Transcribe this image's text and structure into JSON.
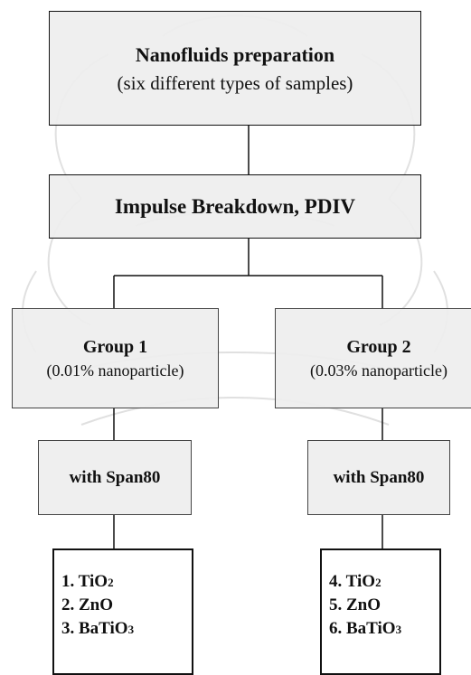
{
  "prep": {
    "title": "Nanofluids preparation",
    "subtitle": "(six different types of samples)"
  },
  "impulse": {
    "label": "Impulse Breakdown, PDIV"
  },
  "group1": {
    "title": "Group 1",
    "subtitle": "(0.01% nanoparticle)",
    "surfactant": "with Span80",
    "items": [
      {
        "num": "1.",
        "name": "TiO",
        "sub": "2"
      },
      {
        "num": "2.",
        "name": "ZnO",
        "sub": ""
      },
      {
        "num": "3.",
        "name": "BaTiO",
        "sub": "3"
      }
    ]
  },
  "group2": {
    "title": "Group 2",
    "subtitle": "(0.03% nanoparticle)",
    "surfactant": "with Span80",
    "items": [
      {
        "num": "4.",
        "name": "TiO",
        "sub": "2"
      },
      {
        "num": "5.",
        "name": "ZnO",
        "sub": ""
      },
      {
        "num": "6.",
        "name": "BaTiO",
        "sub": "3"
      }
    ]
  },
  "colors": {
    "box_fill": "#eeeeee",
    "line": "#111111",
    "watermark": "#bbbbbb"
  }
}
